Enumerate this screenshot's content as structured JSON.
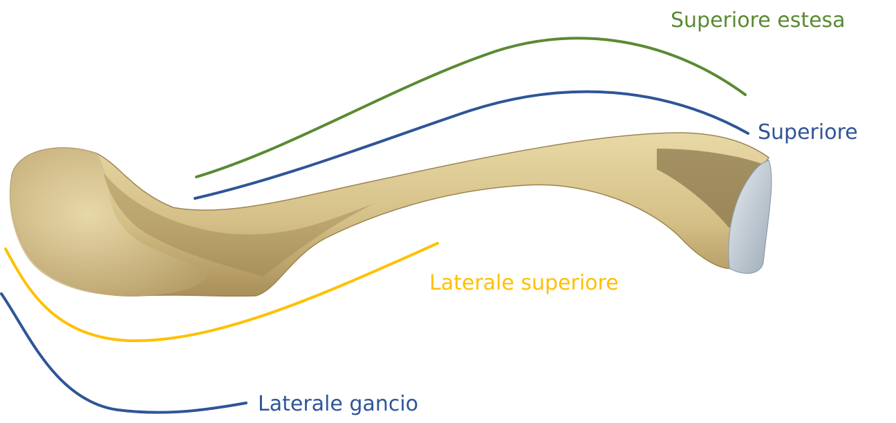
{
  "labels": {
    "superiore_estesa": "Superiore estesa",
    "superiore": "Superiore",
    "laterale_superiore": "Laterale superiore",
    "laterale_gancio": "Laterale gancio"
  },
  "colors": {
    "superiore_estesa": "#5a8a32",
    "superiore": "#2f5597",
    "laterale_superiore": "#ffc000",
    "laterale_gancio": "#2f5597",
    "bone": "#d9c48b",
    "bone_shadow": "#a8905a",
    "cartilage": "#c9d3dc"
  }
}
